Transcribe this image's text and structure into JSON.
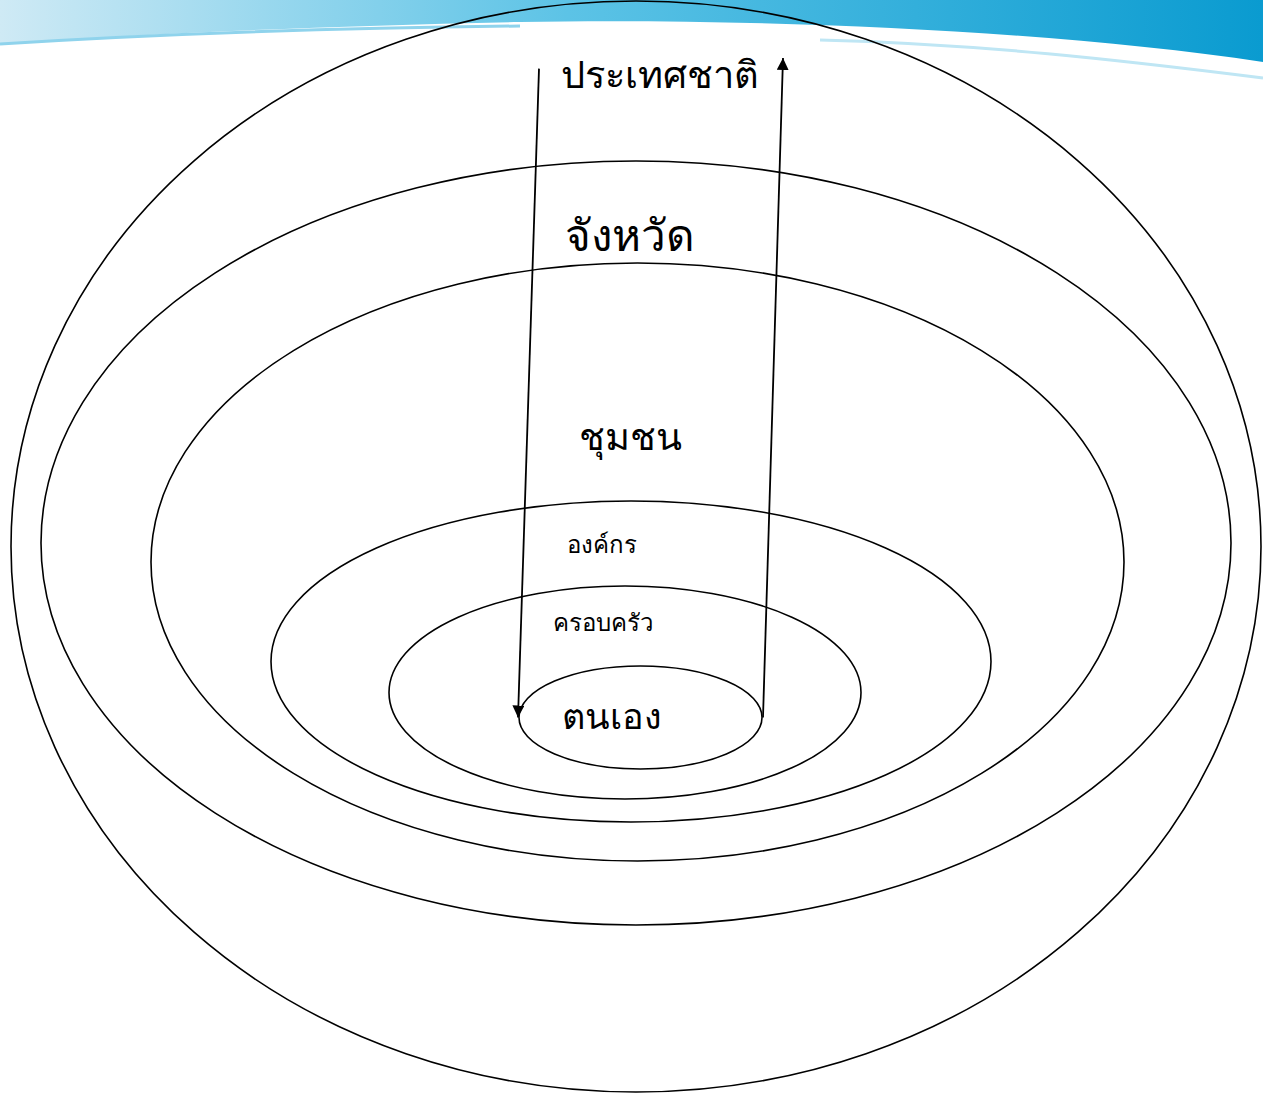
{
  "diagram": {
    "nodes": [
      {
        "text": [
          "ประเทศชาติ"
        ]
      },
      {
        "text": [
          "จังหวัด"
        ],
        "in": 0
      },
      {
        "text": [
          "ชุมชน"
        ],
        "in": 1
      },
      {
        "text": [
          "องค์กร"
        ],
        "in": 2
      },
      {
        "text": [
          "ครอบครัว"
        ],
        "in": 3
      },
      {
        "text": [
          "ตนเอง"
        ],
        "in": 4
      }
    ],
    "edges": [
      {
        "from": 0,
        "to": 5,
        "arrow": "to"
      },
      {
        "from": 5,
        "to": 0,
        "arrow": "to"
      }
    ]
  }
}
